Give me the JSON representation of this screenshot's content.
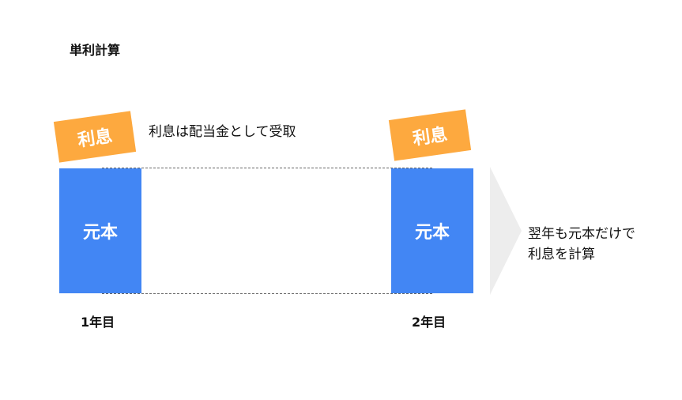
{
  "title": "単利計算",
  "colors": {
    "principal": "#4286F4",
    "interest": "#FDA93F",
    "arrow": "#EDEDED",
    "text": "#111111"
  },
  "year1": {
    "label": "1年目",
    "principal_label": "元本",
    "interest_label": "利息"
  },
  "year2": {
    "label": "2年目",
    "principal_label": "元本",
    "interest_label": "利息"
  },
  "notes": {
    "interest_received": "利息は配当金として受取",
    "next_year_line1": "翌年も元本だけで",
    "next_year_line2": "利息を計算"
  },
  "icons": {
    "arrow": "chevron-right-icon"
  }
}
